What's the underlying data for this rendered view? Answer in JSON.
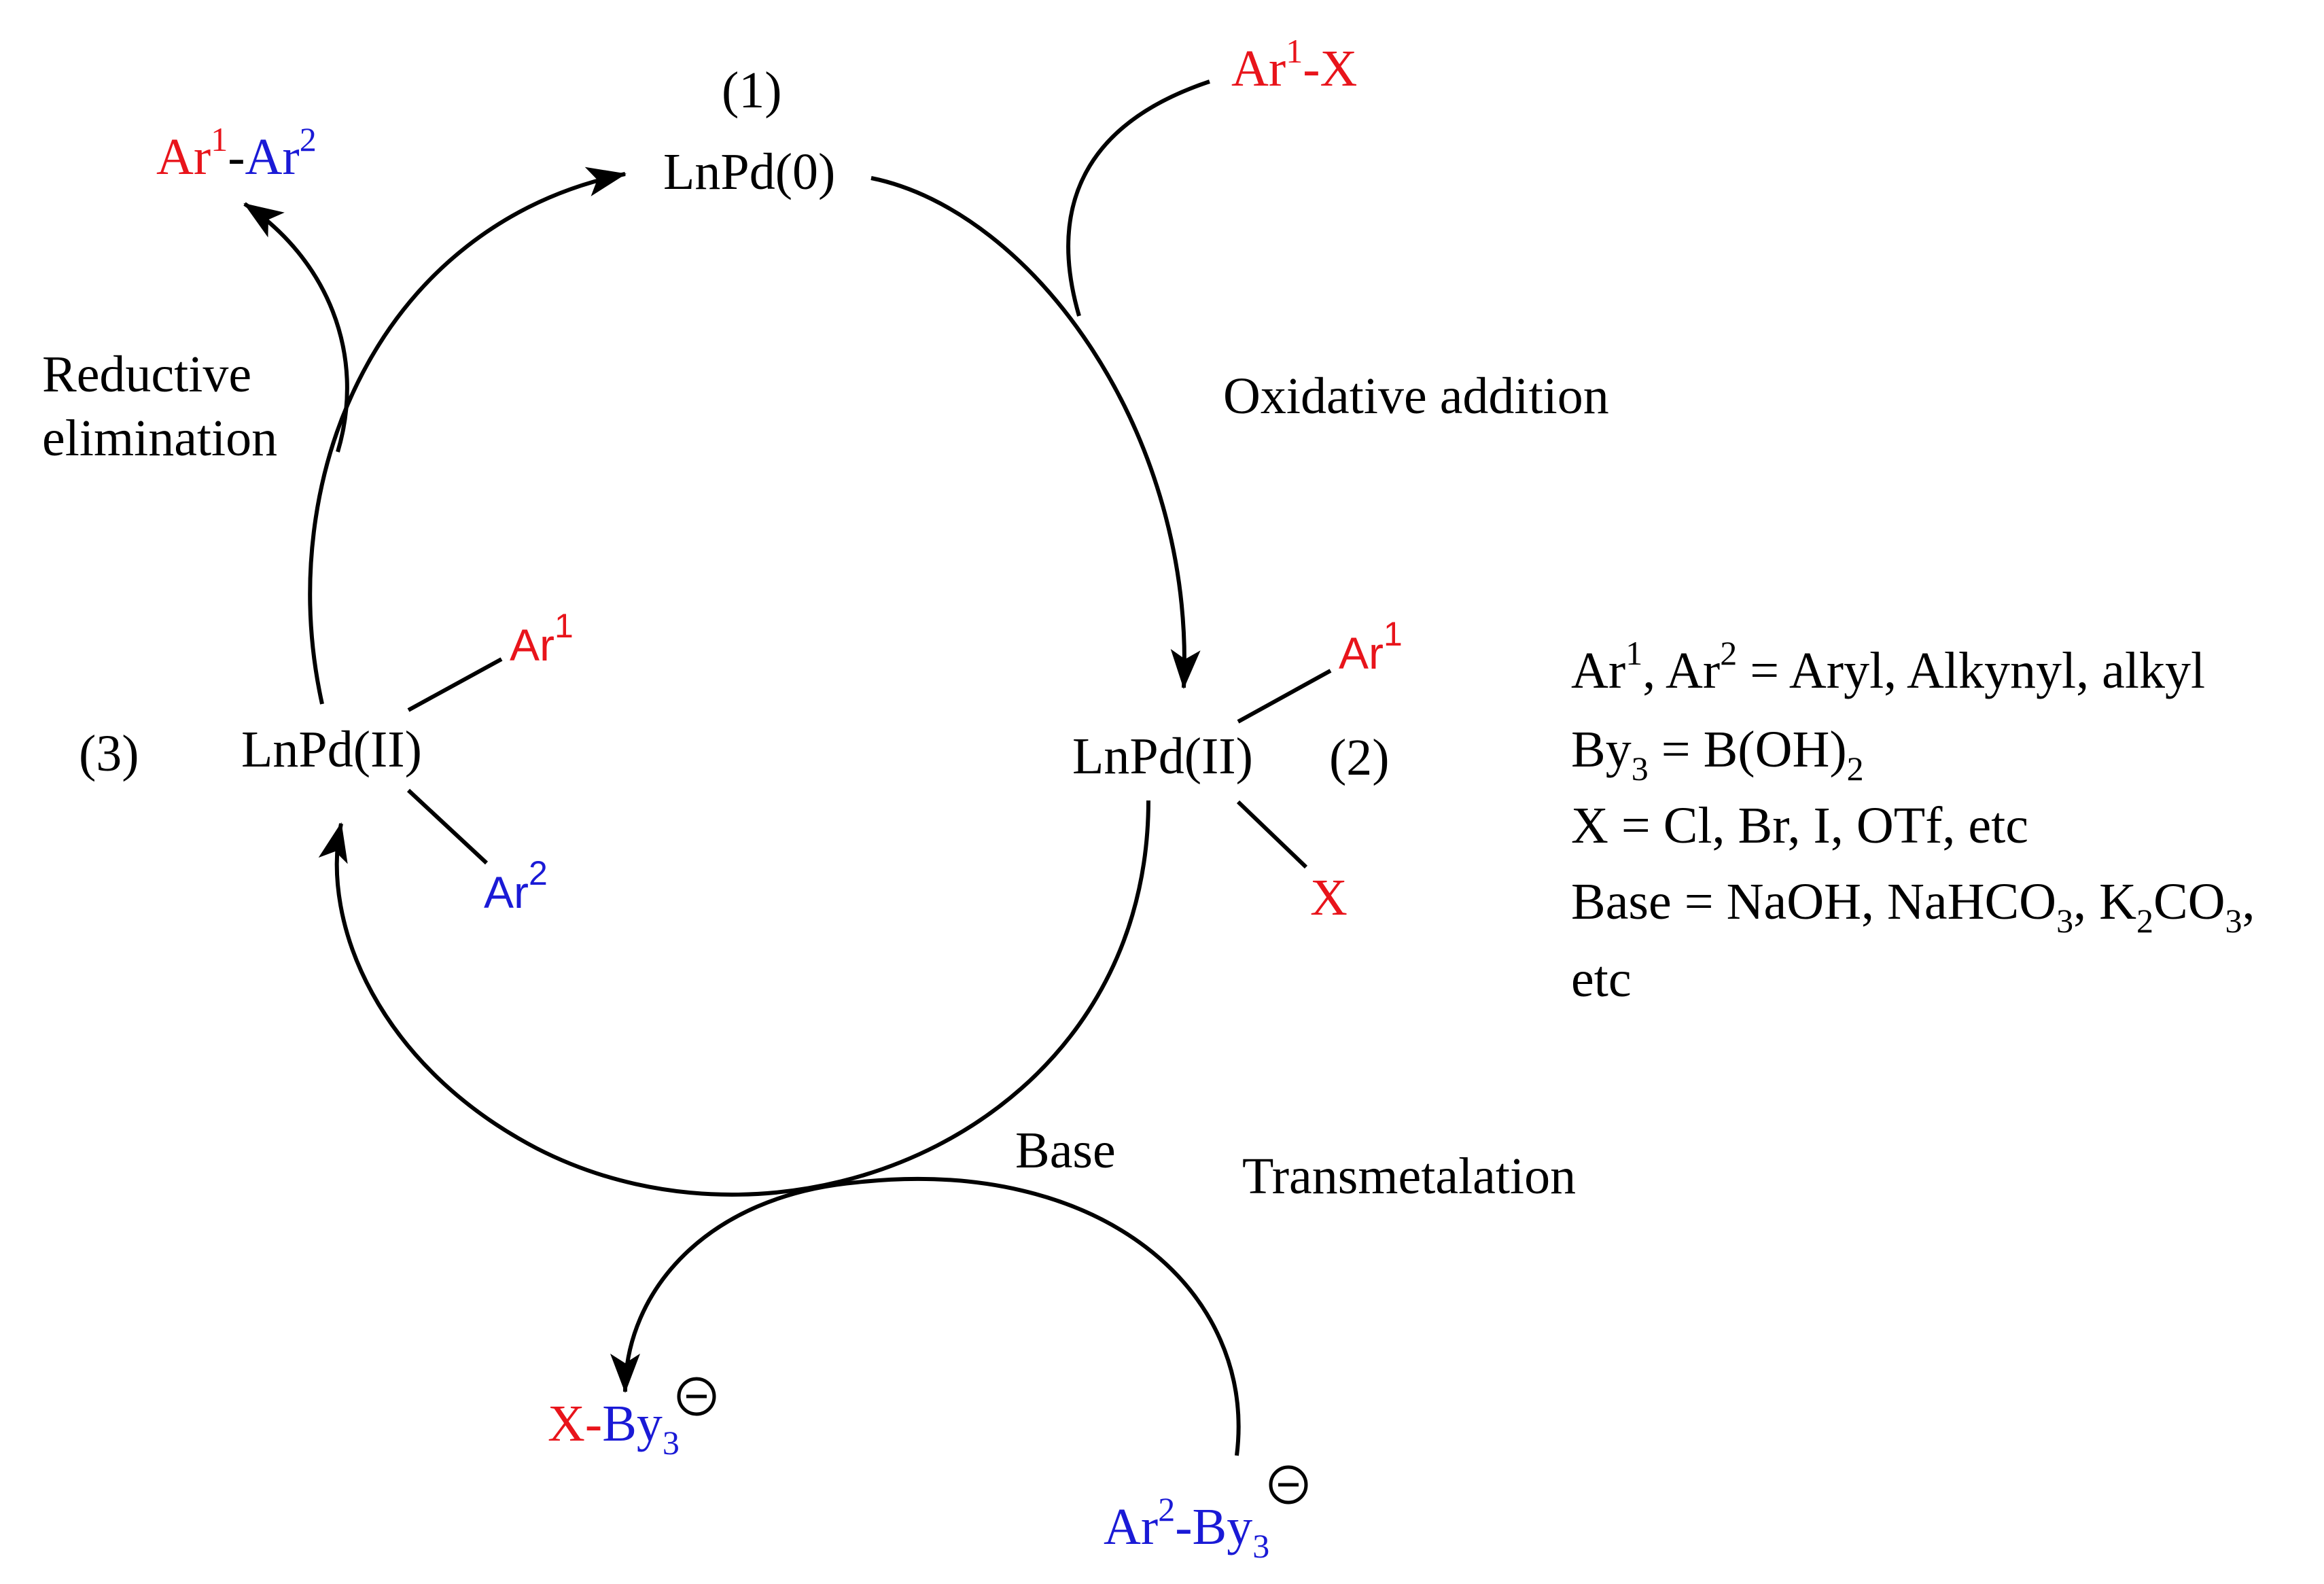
{
  "colors": {
    "red": "#e8141b",
    "blue": "#1a1ad6",
    "black": "#000000"
  },
  "cycle": {
    "pd0": {
      "num": "(1)",
      "label": "LnPd(0)"
    },
    "pd2_ox": {
      "num": "(2)",
      "label": "LnPd(II)",
      "ar": "Ar",
      "ar_sup": "1",
      "x": "X"
    },
    "pd2_tm": {
      "num": "(3)",
      "label": "LnPd(II)",
      "ar1": "Ar",
      "ar1_sup": "1",
      "ar2": "Ar",
      "ar2_sup": "2"
    }
  },
  "steps": {
    "oxidative": "Oxidative addition",
    "reductive_1": "Reductive",
    "reductive_2": "elimination",
    "transmetalation": "Transmetalation",
    "base": "Base"
  },
  "species": {
    "ar1x": {
      "ar": "Ar",
      "sup": "1",
      "sep": "-",
      "x": "X"
    },
    "product": {
      "ar1": "Ar",
      "sup1": "1",
      "sep": "-",
      "ar2": "Ar",
      "sup2": "2"
    },
    "xby3": {
      "x": "X",
      "sep": "-",
      "b": "By",
      "sub": "3",
      "charge": "−"
    },
    "ar2by3": {
      "ar": "Ar",
      "sup": "2",
      "sep": "-",
      "b": "By",
      "sub": "3",
      "charge": "−"
    }
  },
  "legend": {
    "l1": {
      "a": "Ar",
      "s1": "1",
      "b": ", Ar",
      "s2": "2",
      "c": " = Aryl, Alkynyl, alkyl"
    },
    "l2": {
      "a": "By",
      "s1": "3",
      "b": " = B(OH)",
      "s2": "2"
    },
    "l3": {
      "a": "X = Cl, Br, I, OTf, etc"
    },
    "l4": {
      "a": "Base = NaOH, NaHCO",
      "s1": "3",
      "b": ", K",
      "s2": "2",
      "c": "CO",
      "s3": "3",
      "d": ","
    },
    "l5": {
      "a": "etc"
    }
  }
}
